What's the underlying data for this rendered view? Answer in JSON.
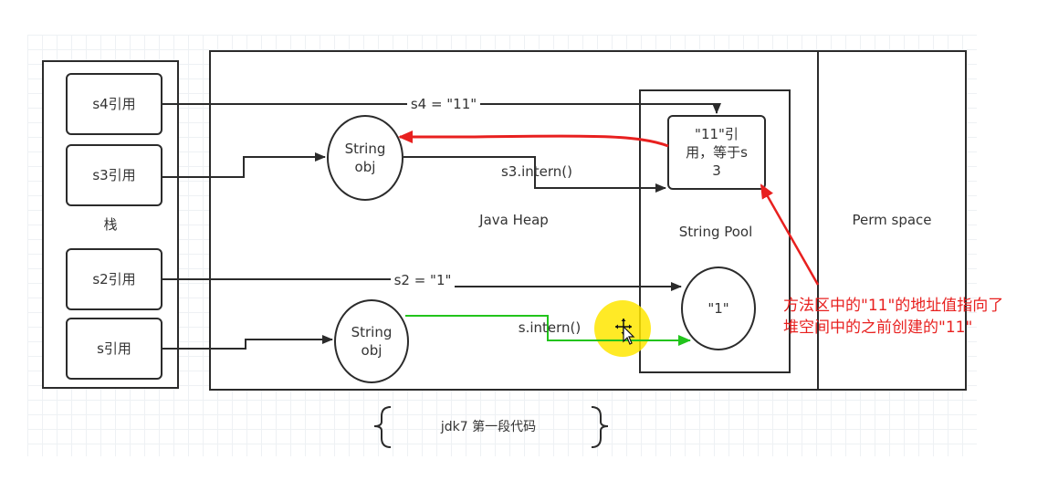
{
  "stack": {
    "title": "栈",
    "refs": [
      "s4引用",
      "s3引用",
      "s2引用",
      "s引用"
    ]
  },
  "heap": {
    "title": "Java Heap",
    "string_obj_top": "String\nobj",
    "string_obj_bottom": "String\nobj"
  },
  "pool": {
    "title": "String Pool",
    "ref_box": "\"11\"引\n用，等于s\n3",
    "literal": "\"1\""
  },
  "perm": {
    "title": "Perm space"
  },
  "edges": {
    "s4": "s4 = \"11\"",
    "s3_intern": "s3.intern()",
    "s2": "s2 = \"1\"",
    "s_intern": "s.intern()"
  },
  "caption": "jdk7 第一段代码",
  "annotation": "方法区中的\"11\"的地址值指向了\n堆空间中的之前创建的\"11\"",
  "colors": {
    "line": "#2b2b2b",
    "annotation": "#e8201f",
    "green": "#22c41c",
    "cursor_highlight": "#ffe600"
  }
}
